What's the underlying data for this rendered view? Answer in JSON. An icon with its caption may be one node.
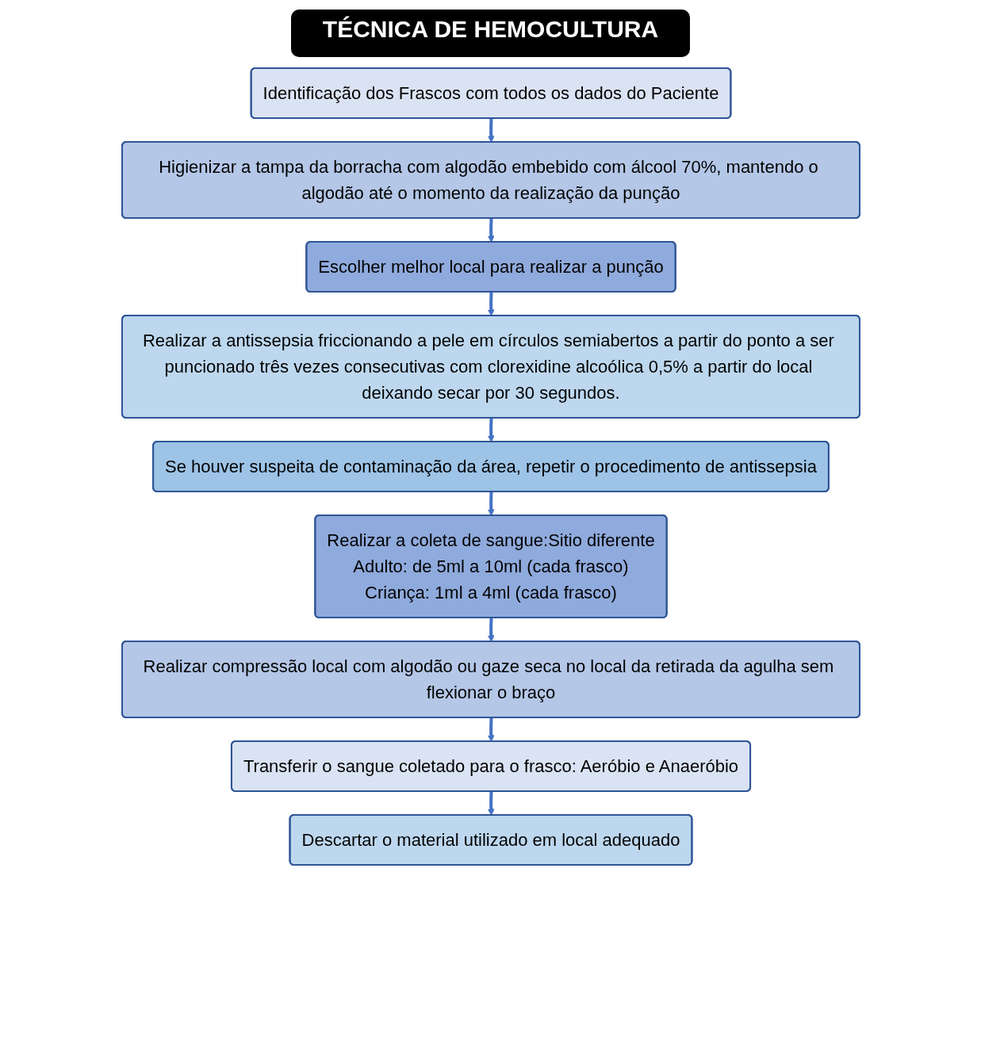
{
  "diagram": {
    "title": "TÉCNICA DE HEMOCULTURA",
    "nodes": [
      {
        "text": [
          "Identificação dos Frascos com todos os dados do Paciente"
        ]
      },
      {
        "text": [
          "Higienizar a tampa da borracha com algodão embebido com álcool 70%, mantendo o algodão até o momento da realização da punção"
        ]
      },
      {
        "text": [
          "Escolher melhor local para realizar a punção"
        ]
      },
      {
        "text": [
          "Realizar a antissepsia friccionando a pele em círculos semiabertos a partir do ponto a ser puncionado três vezes consecutivas com clorexidine alcoólica 0,5% a partir do local deixando secar por 30 segundos."
        ]
      },
      {
        "text": [
          "Se houver suspeita de contaminação da área, repetir o procedimento de antissepsia"
        ]
      },
      {
        "text": [
          "Realizar a coleta de sangue:Sitio diferente",
          "Adulto: de 5ml a 10ml (cada frasco)",
          "Criança: 1ml a 4ml (cada frasco)"
        ]
      },
      {
        "text": [
          "Realizar compressão local com algodão ou gaze seca no local da retirada da agulha sem flexionar o braço"
        ]
      },
      {
        "text": [
          "Transferir o sangue coletado para o frasco: Aeróbio e Anaeróbio"
        ]
      },
      {
        "text": [
          "Descartar o material utilizado em local adequado"
        ]
      }
    ],
    "edges": [
      {
        "from": 0,
        "to": 1,
        "arrow": "to"
      },
      {
        "from": 1,
        "to": 2,
        "arrow": "to"
      },
      {
        "from": 2,
        "to": 3,
        "arrow": "to"
      },
      {
        "from": 3,
        "to": 4,
        "arrow": "to"
      },
      {
        "from": 4,
        "to": 5,
        "arrow": "to"
      },
      {
        "from": 5,
        "to": 6,
        "arrow": "to"
      },
      {
        "from": 6,
        "to": 7,
        "arrow": "to"
      },
      {
        "from": 7,
        "to": 8,
        "arrow": "to"
      }
    ]
  }
}
